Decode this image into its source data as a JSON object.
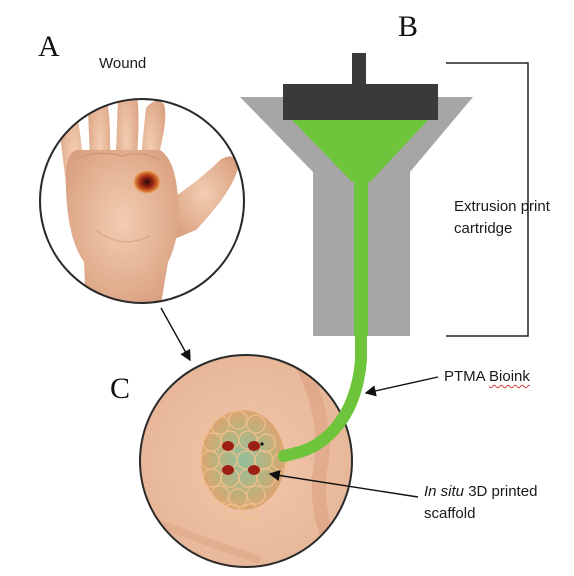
{
  "panels": {
    "a": "A",
    "b": "B",
    "c": "C"
  },
  "labels": {
    "wound": "Wound",
    "cartridge_line1": "Extrusion print",
    "cartridge_line2": "cartridge",
    "bioink_prefix": "PTMA ",
    "bioink_word": "Bioink",
    "scaffold_italic": "In situ",
    "scaffold_rest": " 3D printed",
    "scaffold_line2": "scaffold"
  },
  "colors": {
    "bioink_green": "#6ec43a",
    "cartridge_gray": "#a6a6a6",
    "plunger_dark": "#3a3a3a",
    "skin": "#e9b99a",
    "wound_red": "#8a1c10"
  }
}
